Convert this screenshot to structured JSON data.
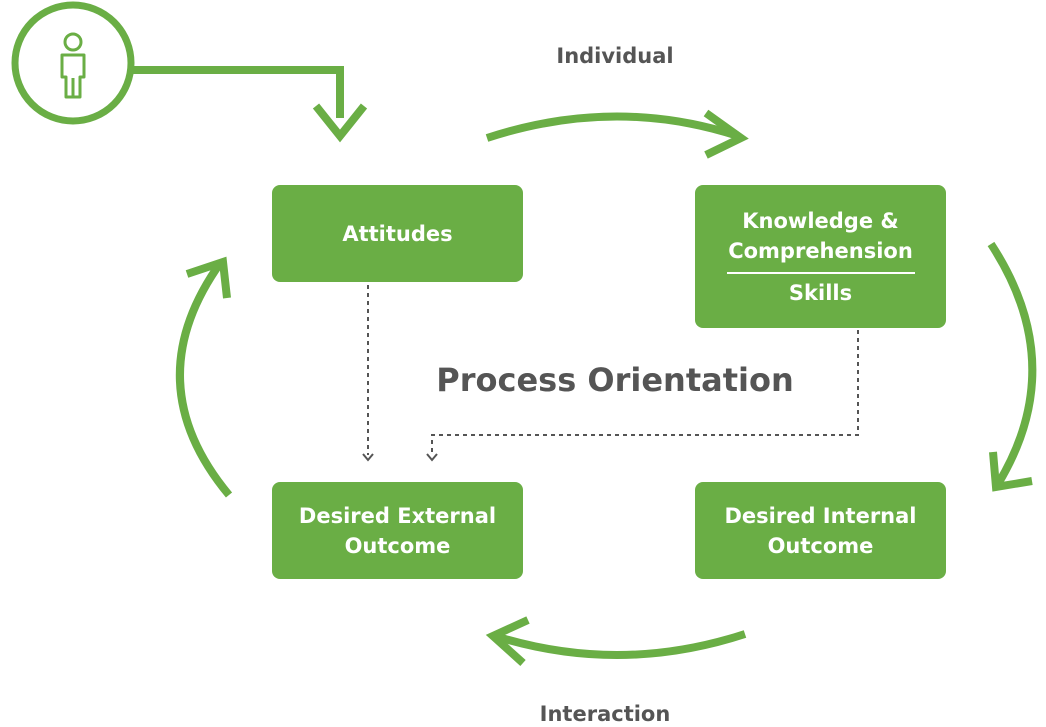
{
  "diagram": {
    "top_label": "Individual",
    "bottom_label": "Interaction",
    "center_label": "Process Orientation",
    "boxes": {
      "attitudes": "Attitudes",
      "knowledge_line1": "Knowledge &",
      "knowledge_line2": "Comprehension",
      "skills": "Skills",
      "external_line1": "Desired External",
      "external_line2": "Outcome",
      "internal_line1": "Desired Internal",
      "internal_line2": "Outcome"
    },
    "icons": [
      "person-icon"
    ],
    "colors": {
      "primary_green": "#6aae45",
      "label_gray": "#555555",
      "dotted_line": "#555555"
    }
  }
}
